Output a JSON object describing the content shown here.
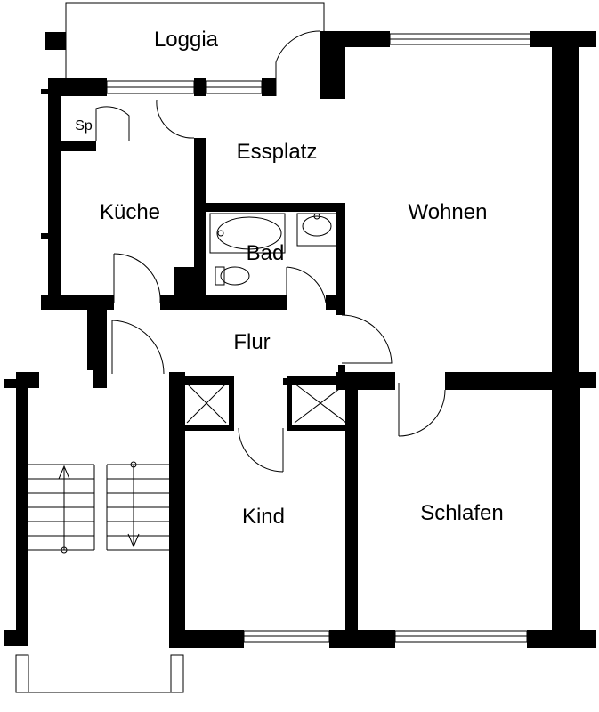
{
  "rooms": {
    "loggia": "Loggia",
    "sp": "Sp",
    "kueche": "Küche",
    "essplatz": "Essplatz",
    "wohnen": "Wohnen",
    "bad": "Bad",
    "flur": "Flur",
    "kind": "Kind",
    "schlafen": "Schlafen"
  },
  "colors": {
    "wall": "#000000",
    "background": "#ffffff"
  }
}
